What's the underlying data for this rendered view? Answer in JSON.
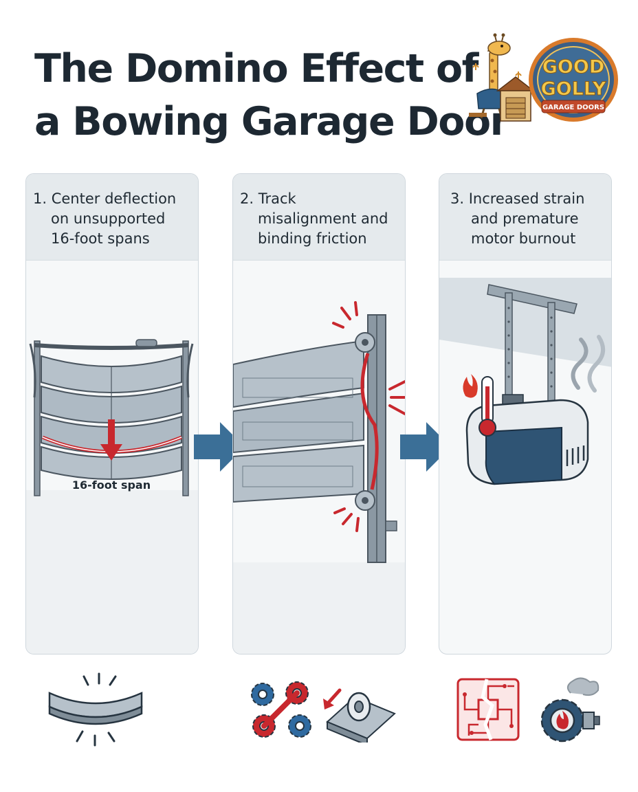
{
  "title": {
    "line1": "The Domino Effect of",
    "line2": "a Bowing Garage Door"
  },
  "logo": {
    "word1": "GOOD",
    "word2": "GOLLY",
    "tagline": "GARAGE DOORS"
  },
  "steps": [
    {
      "lines": [
        "1. Center deflection",
        "on unsupported",
        "16-foot spans"
      ],
      "annotation": "16-foot span"
    },
    {
      "lines": [
        "2. Track",
        "misalignment and",
        "binding friction"
      ]
    },
    {
      "lines": [
        "3. Increased strain",
        "and premature",
        "motor burnout"
      ]
    }
  ],
  "icons": [
    "bent-beam-icon",
    "gears-linkage-icon",
    "track-roller-icon",
    "circuit-board-icon",
    "overheating-motor-icon"
  ],
  "colors": {
    "accent_red": "#c8282e",
    "arrow_blue": "#3b6f97",
    "steel": "#8fa0ac",
    "motor_blue": "#2f5474",
    "panel_header": "#e5eaed"
  }
}
